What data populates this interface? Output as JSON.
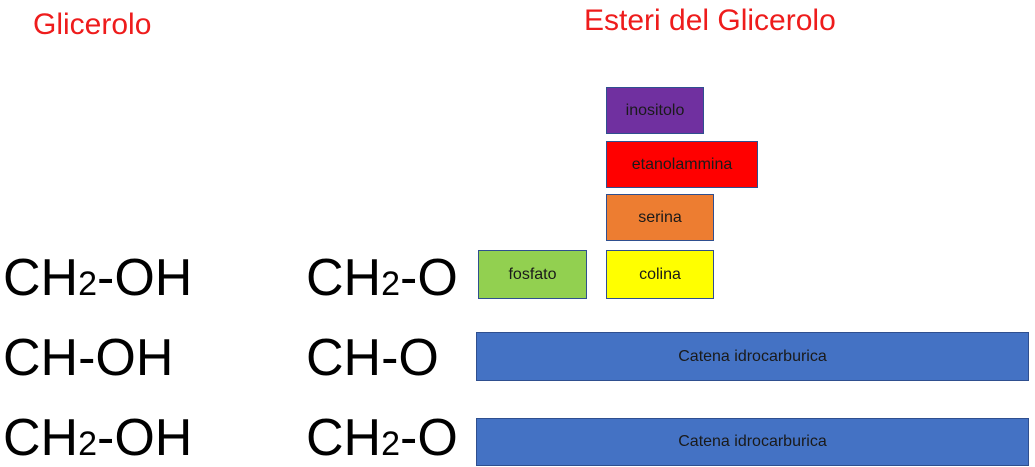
{
  "titles": {
    "left": "Glicerolo",
    "right": "Esteri del Glicerolo"
  },
  "glycerol": {
    "row1_main": "CH",
    "row1_sub": "2",
    "row1_tail": "-OH",
    "row2": "CH-OH",
    "row3_main": "CH",
    "row3_sub": "2",
    "row3_tail": "-OH"
  },
  "ester": {
    "row1_main": "CH",
    "row1_sub": "2",
    "row1_tail": "-O",
    "row2": "CH-O",
    "row3_main": "CH",
    "row3_sub": "2",
    "row3_tail": "-O"
  },
  "boxes": {
    "fosfato": "fosfato",
    "inositolo": "inositolo",
    "etanolammina": "etanolammina",
    "serina": "serina",
    "colina": "colina",
    "chain_1": "Catena idrocarburica",
    "chain_2": "Catena idrocarburica"
  },
  "colors": {
    "title_red": "#ee1c1c",
    "fosfato": "#92d050",
    "inositolo": "#7030a0",
    "etanolammina": "#ff0000",
    "serina": "#ed7d31",
    "colina": "#ffff00",
    "chain": "#4472c4"
  }
}
